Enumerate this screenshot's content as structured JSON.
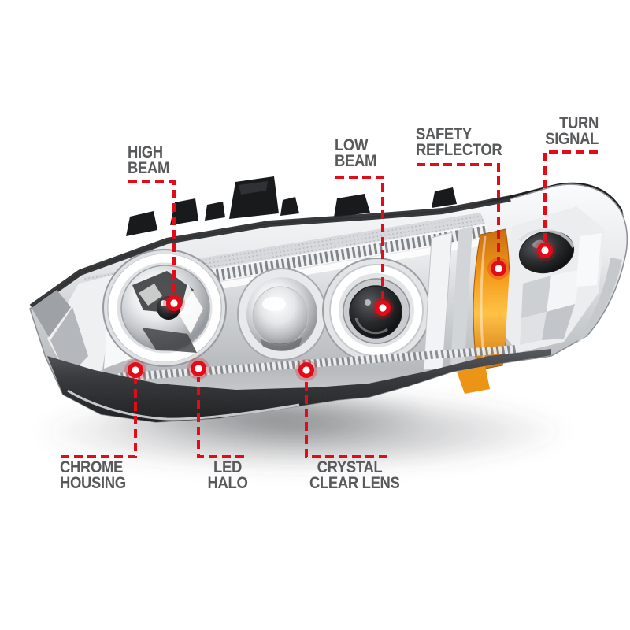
{
  "figure": {
    "type": "annotated-product-diagram",
    "background": "#ffffff"
  },
  "colors": {
    "callout_line": "#e30b17",
    "marker_ring": "#e30b17",
    "marker_center": "#ffffff",
    "label_text": "#58595b",
    "amber_reflector": "#f59e1e",
    "chrome_light": "#e9ebed",
    "housing_dark": "#191a1c"
  },
  "callouts": [
    {
      "id": "high-beam",
      "lines": [
        "HIGH",
        "BEAM"
      ]
    },
    {
      "id": "low-beam",
      "lines": [
        "LOW",
        "BEAM"
      ]
    },
    {
      "id": "safety-reflector",
      "lines": [
        "SAFETY",
        "REFLECTOR"
      ]
    },
    {
      "id": "turn-signal",
      "lines": [
        "TURN",
        "SIGNAL"
      ]
    },
    {
      "id": "chrome-housing",
      "lines": [
        "CHROME",
        "HOUSING"
      ]
    },
    {
      "id": "led-halo",
      "lines": [
        "LED",
        "HALO"
      ]
    },
    {
      "id": "crystal-clear-lens",
      "lines": [
        "CRYSTAL",
        "CLEAR LENS"
      ]
    }
  ]
}
